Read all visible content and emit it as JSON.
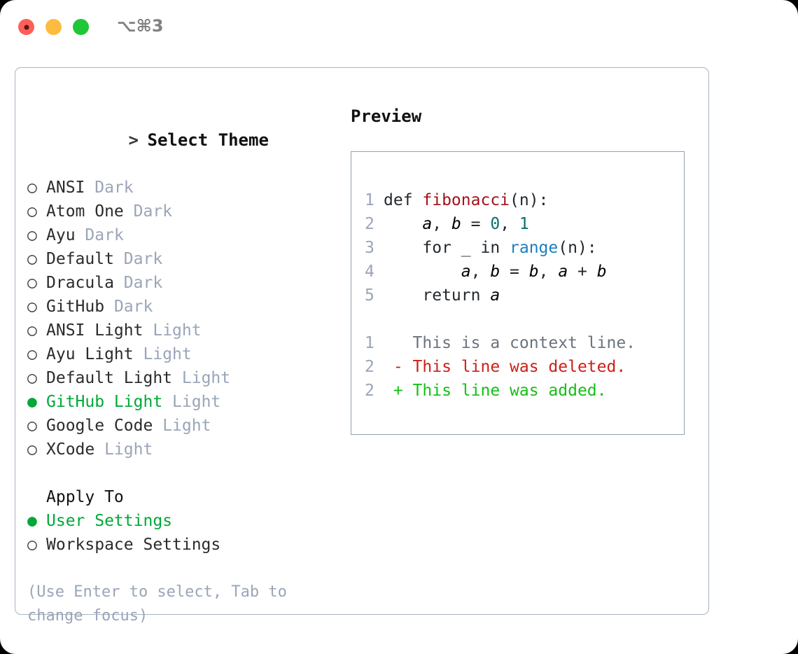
{
  "window": {
    "traffic_lights": [
      "close",
      "minimize",
      "maximize"
    ],
    "shortcut_label": "⌥⌘3"
  },
  "colors": {
    "accent_green": "#00a838",
    "muted": "#9aa5b8",
    "text": "#2b2b2b",
    "border": "#aab4c4",
    "preview_border": "#92a0b4",
    "diff_add": "#13c013",
    "diff_del": "#cc2018",
    "syntax_function": "#a3121a",
    "syntax_number": "#0a7068",
    "syntax_call": "#1a7fc1"
  },
  "theme_list": {
    "header_marker": ">",
    "header_label": "Select Theme",
    "items": [
      {
        "marker": "○",
        "name": "ANSI",
        "suffix": "Dark",
        "selected": false
      },
      {
        "marker": "○",
        "name": "Atom One",
        "suffix": "Dark",
        "selected": false
      },
      {
        "marker": "○",
        "name": "Ayu",
        "suffix": "Dark",
        "selected": false
      },
      {
        "marker": "○",
        "name": "Default",
        "suffix": "Dark",
        "selected": false
      },
      {
        "marker": "○",
        "name": "Dracula",
        "suffix": "Dark",
        "selected": false
      },
      {
        "marker": "○",
        "name": "GitHub",
        "suffix": "Dark",
        "selected": false
      },
      {
        "marker": "○",
        "name": "ANSI Light",
        "suffix": "Light",
        "selected": false
      },
      {
        "marker": "○",
        "name": "Ayu Light",
        "suffix": "Light",
        "selected": false
      },
      {
        "marker": "○",
        "name": "Default Light",
        "suffix": "Light",
        "selected": false
      },
      {
        "marker": "●",
        "name": "GitHub Light",
        "suffix": "Light",
        "selected": true
      },
      {
        "marker": "○",
        "name": "Google Code",
        "suffix": "Light",
        "selected": false
      },
      {
        "marker": "○",
        "name": "XCode",
        "suffix": "Light",
        "selected": false
      }
    ]
  },
  "apply_to": {
    "header_label": "Apply To",
    "items": [
      {
        "marker": "●",
        "name": "User Settings",
        "selected": true
      },
      {
        "marker": "○",
        "name": "Workspace Settings",
        "selected": false
      }
    ]
  },
  "hint": {
    "text": "(Use Enter to select, Tab to change focus)"
  },
  "preview": {
    "title": "Preview",
    "code_lines": [
      {
        "num": "1",
        "text": "def fibonacci(n):"
      },
      {
        "num": "2",
        "text": "    a, b = 0, 1"
      },
      {
        "num": "3",
        "text": "    for _ in range(n):"
      },
      {
        "num": "4",
        "text": "        a, b = b, a + b"
      },
      {
        "num": "5",
        "text": "    return a"
      }
    ],
    "diff_lines": [
      {
        "num": "1",
        "sign": " ",
        "text": "This is a context line.",
        "kind": "context"
      },
      {
        "num": "2",
        "sign": "-",
        "text": "This line was deleted.",
        "kind": "deleted"
      },
      {
        "num": "2",
        "sign": "+",
        "text": "This line was added.",
        "kind": "added"
      }
    ]
  }
}
